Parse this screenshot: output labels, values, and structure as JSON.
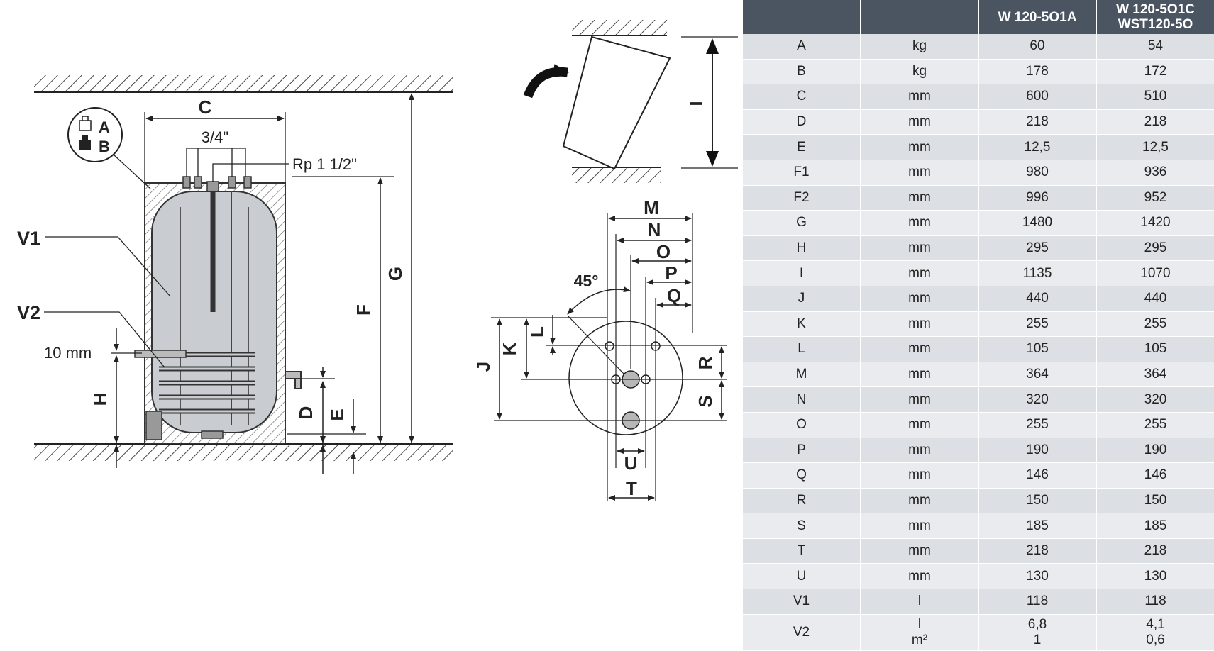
{
  "diagram": {
    "labels": {
      "A": "A",
      "B": "B",
      "C": "C",
      "D": "D",
      "E": "E",
      "F": "F",
      "G": "G",
      "H": "H",
      "I": "I",
      "J": "J",
      "K": "K",
      "L": "L",
      "M": "M",
      "N": "N",
      "O": "O",
      "P": "P",
      "Q": "Q",
      "R": "R",
      "S": "S",
      "T": "T",
      "U": "U",
      "V1": "V1",
      "V2": "V2"
    },
    "thread_top": "3/4\"",
    "thread_side": "Rp 1 1/2\"",
    "gap": "10 mm",
    "angle": "45°"
  },
  "table": {
    "headers": [
      "",
      "",
      "W 120-5O1A",
      "W 120-5O1C",
      "WST120-5O"
    ],
    "rows": [
      {
        "param": "A",
        "unit": "kg",
        "v1": "60",
        "v2": "54"
      },
      {
        "param": "B",
        "unit": "kg",
        "v1": "178",
        "v2": "172"
      },
      {
        "param": "C",
        "unit": "mm",
        "v1": "600",
        "v2": "510"
      },
      {
        "param": "D",
        "unit": "mm",
        "v1": "218",
        "v2": "218"
      },
      {
        "param": "E",
        "unit": "mm",
        "v1": "12,5",
        "v2": "12,5"
      },
      {
        "param": "F1",
        "unit": "mm",
        "v1": "980",
        "v2": "936"
      },
      {
        "param": "F2",
        "unit": "mm",
        "v1": "996",
        "v2": "952"
      },
      {
        "param": "G",
        "unit": "mm",
        "v1": "1480",
        "v2": "1420"
      },
      {
        "param": "H",
        "unit": "mm",
        "v1": "295",
        "v2": "295"
      },
      {
        "param": "I",
        "unit": "mm",
        "v1": "1135",
        "v2": "1070"
      },
      {
        "param": "J",
        "unit": "mm",
        "v1": "440",
        "v2": "440"
      },
      {
        "param": "K",
        "unit": "mm",
        "v1": "255",
        "v2": "255"
      },
      {
        "param": "L",
        "unit": "mm",
        "v1": "105",
        "v2": "105"
      },
      {
        "param": "M",
        "unit": "mm",
        "v1": "364",
        "v2": "364"
      },
      {
        "param": "N",
        "unit": "mm",
        "v1": "320",
        "v2": "320"
      },
      {
        "param": "O",
        "unit": "mm",
        "v1": "255",
        "v2": "255"
      },
      {
        "param": "P",
        "unit": "mm",
        "v1": "190",
        "v2": "190"
      },
      {
        "param": "Q",
        "unit": "mm",
        "v1": "146",
        "v2": "146"
      },
      {
        "param": "R",
        "unit": "mm",
        "v1": "150",
        "v2": "150"
      },
      {
        "param": "S",
        "unit": "mm",
        "v1": "185",
        "v2": "185"
      },
      {
        "param": "T",
        "unit": "mm",
        "v1": "218",
        "v2": "218"
      },
      {
        "param": "U",
        "unit": "mm",
        "v1": "130",
        "v2": "130"
      },
      {
        "param": "V1",
        "unit": "l",
        "v1": "118",
        "v2": "118"
      }
    ],
    "last_row": {
      "param": "V2",
      "unit1": "l",
      "unit2": "m²",
      "v1a": "6,8",
      "v1b": "1",
      "v2a": "4,1",
      "v2b": "0,6"
    }
  }
}
